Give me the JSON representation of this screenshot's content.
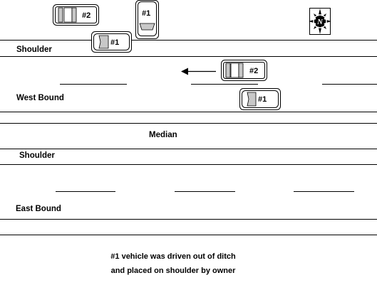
{
  "labels": {
    "shoulder_north": "Shoulder",
    "west_bound": "West Bound",
    "median": "Median",
    "shoulder_south": "Shoulder",
    "east_bound": "East Bound"
  },
  "vehicles": {
    "v1": "#1",
    "v2": "#2"
  },
  "compass": {
    "letter": "N"
  },
  "note": {
    "line1": "#1 vehicle was driven out of ditch",
    "line2": "and placed on shoulder by owner"
  },
  "colors": {
    "line": "#000000",
    "vehicle_fill": "#ffffff",
    "window_fill": "#c8c8c8",
    "compass_star": "#000000"
  }
}
